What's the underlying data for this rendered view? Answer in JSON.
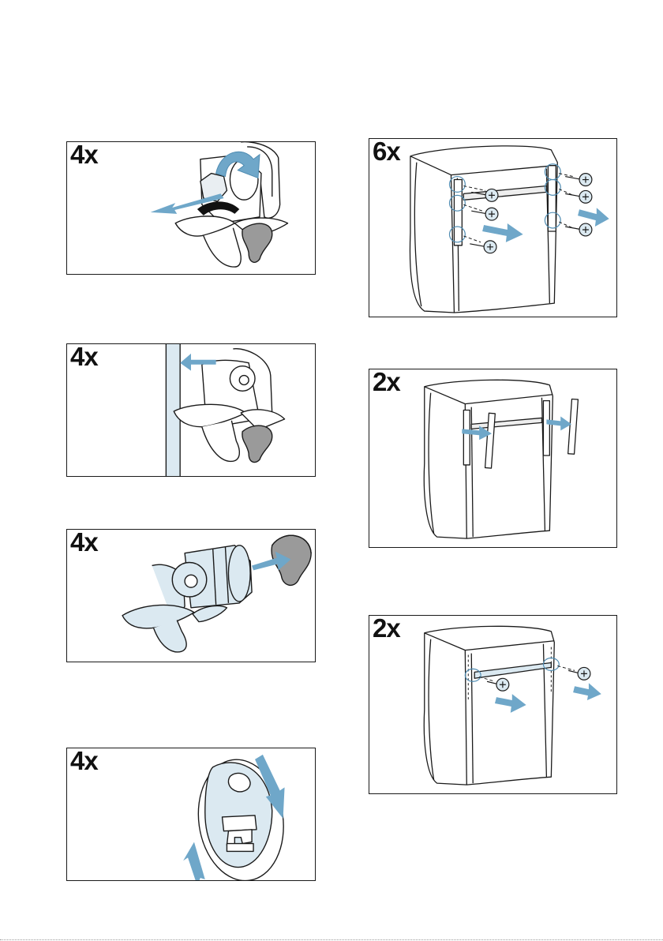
{
  "colors": {
    "accent_blue": "#6fa7c9",
    "light_blue_fill": "#dbe9f1",
    "grey_fill": "#9a9a9a",
    "outline": "#1a1a1a"
  },
  "panels": [
    {
      "id": "p1",
      "quantity": "4x",
      "content": "foot-unscrew-illustration"
    },
    {
      "id": "p2",
      "quantity": "4x",
      "content": "foot-against-wall-illustration"
    },
    {
      "id": "p3",
      "quantity": "4x",
      "content": "foot-pad-attach-illustration"
    },
    {
      "id": "p4",
      "quantity": "4x",
      "content": "pad-slide-on-illustration"
    },
    {
      "id": "p5",
      "quantity": "6x",
      "content": "remove-screws-illustration"
    },
    {
      "id": "p6",
      "quantity": "2x",
      "content": "remove-rails-illustration"
    },
    {
      "id": "p7",
      "quantity": "2x",
      "content": "remove-rear-bar-illustration"
    }
  ]
}
